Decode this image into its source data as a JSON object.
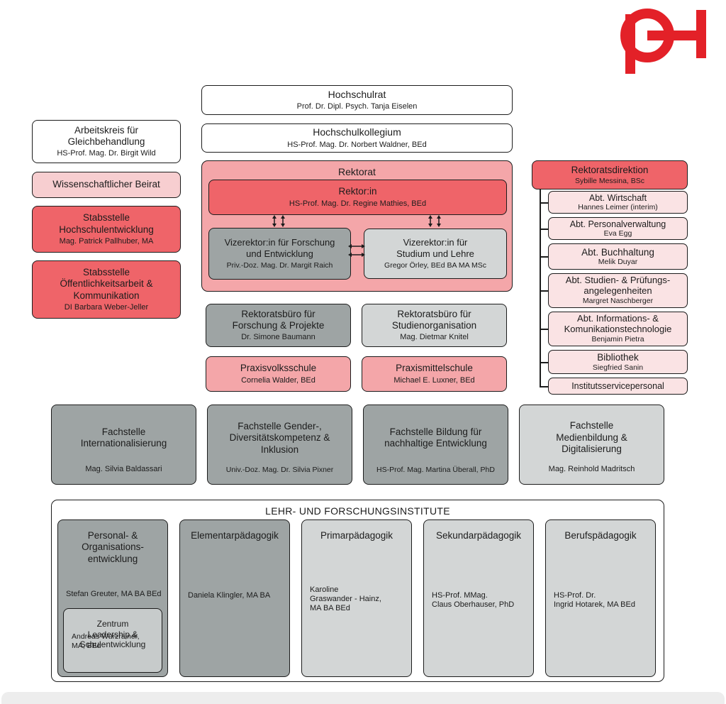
{
  "colors": {
    "red": "#ef6469",
    "pink": "#f4a6a9",
    "blush": "#f7ced0",
    "pale_pink": "#fae3e4",
    "dark_gray": "#9ea4a4",
    "light_gray": "#d3d6d6",
    "mid_gray": "#c7cbcb",
    "logo_red": "#e32128",
    "line": "#1c1c1c"
  },
  "logo": {
    "name": "pht-logo"
  },
  "top_boxes": {
    "hochschulrat": {
      "title": "Hochschulrat",
      "person": "Prof. Dr. Dipl. Psych. Tanja Eiselen"
    },
    "hochschulkollegium": {
      "title": "Hochschulkollegium",
      "person": "HS-Prof. Mag. Dr. Norbert Waldner, BEd"
    }
  },
  "left_column": {
    "arbeitskreis": {
      "title": "Arbeitskreis für\nGleichbehandlung",
      "person": "HS-Prof. Mag. Dr. Birgit Wild"
    },
    "wissenschaftlicher_beirat": {
      "title": "Wissenschaftlicher Beirat"
    },
    "stabsstelle_hochschulentwicklung": {
      "title": "Stabsstelle\nHochschulentwicklung",
      "person": "Mag. Patrick Pallhuber, MA"
    },
    "stabsstelle_oeffentlichkeit": {
      "title": "Stabsstelle\nÖffentlichkeitsarbeit &\nKommunikation",
      "person": "DI Barbara Weber-Jeller"
    }
  },
  "rektorat": {
    "title": "Rektorat",
    "rektorin": {
      "title": "Rektor:in",
      "person": "HS-Prof. Mag. Dr. Regine Mathies, BEd"
    },
    "vizerektorin_forschung": {
      "title": "Vizerektor:in für Forschung\nund Entwicklung",
      "person": "Priv.-Doz. Mag. Dr. Margit Raich"
    },
    "vizerektorin_studium": {
      "title": "Vizerektor:in für\nStudium und Lehre",
      "person": "Gregor Örley, BEd BA MA MSc"
    }
  },
  "rektoratsbueros": [
    {
      "title": "Rektoratsbüro für\nForschung & Projekte",
      "person": "Dr. Simone Baumann"
    },
    {
      "title": "Rektoratsbüro für\nStudienorganisation",
      "person": "Mag. Dietmar Knitel"
    }
  ],
  "praxisschulen": [
    {
      "title": "Praxisvolksschule",
      "person": "Cornelia Walder, BEd"
    },
    {
      "title": "Praxismittelschule",
      "person": "Michael E. Luxner, BEd"
    }
  ],
  "rektoratsdirektion": {
    "head": {
      "title": "Rektoratsdirektion",
      "person": "Sybille Messina, BSc"
    },
    "abteilungen": [
      {
        "title": "Abt. Wirtschaft",
        "person": "Hannes Leimer (interim)"
      },
      {
        "title": "Abt. Personalverwaltung",
        "person": "Eva Egg"
      },
      {
        "title": "Abt. Buchhaltung",
        "person": "Melik Duyar"
      },
      {
        "title": "Abt. Studien- & Prüfungs-\nangelegenheiten",
        "person": "Margret Naschberger"
      },
      {
        "title": "Abt. Informations- &\nKomunikationstechnologie",
        "person": "Benjamin Pietra"
      },
      {
        "title": "Bibliothek",
        "person": "Siegfried Sanin"
      },
      {
        "title": "Institutsservicepersonal",
        "person": ""
      }
    ]
  },
  "fachstellen": [
    {
      "title": "Fachstelle\nInternationalisierung",
      "person": "Mag. Silvia Baldassari"
    },
    {
      "title": "Fachstelle Gender-,\nDiversitätskompetenz &\nInklusion",
      "person": "Univ.-Doz. Mag. Dr. Silvia Pixner"
    },
    {
      "title": "Fachstelle Bildung für\nnachhaltige Entwicklung",
      "person": "HS-Prof. Mag. Martina Überall, PhD"
    },
    {
      "title": "Fachstelle\nMedienbildung &\nDigitalisierung",
      "person": "Mag. Reinhold Madritsch"
    }
  ],
  "institute": {
    "header": "LEHR- UND FORSCHUNGSINSTITUTE",
    "items": [
      {
        "title": "Personal- &\nOrganisations-\nentwicklung",
        "person": "Stefan Greuter, MA BA BEd",
        "sub": {
          "title": "Zentrum\nLeadership &\nSchulentwicklung",
          "person": "Andreas Wurzrainer,\nMA, BEd"
        }
      },
      {
        "title": "Elementarpädagogik",
        "person": "Daniela Klingler, MA BA"
      },
      {
        "title": "Primarpädagogik",
        "person": "Karoline\nGraswander - Hainz,\nMA BA BEd"
      },
      {
        "title": "Sekundarpädagogik",
        "person": "HS-Prof. MMag.\nClaus Oberhauser, PhD"
      },
      {
        "title": "Berufspädagogik",
        "person": "HS-Prof. Dr.\nIngrid Hotarek, MA BEd"
      }
    ]
  }
}
